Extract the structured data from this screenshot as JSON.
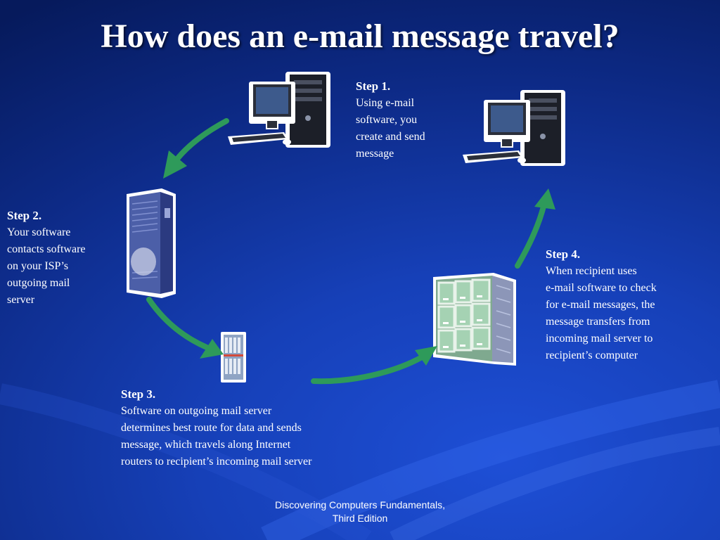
{
  "title": "How does an e-mail message travel?",
  "steps": [
    {
      "heading": "Step 1.",
      "body": "Using e-mail\nsoftware, you\ncreate and send\nmessage"
    },
    {
      "heading": "Step 2.",
      "body": "Your software\ncontacts software\non your ISP’s\noutgoing mail\nserver"
    },
    {
      "heading": "Step 3.",
      "body": "Software on outgoing mail server\ndetermines best route for data and sends\nmessage, which travels along Internet\nrouters to recipient’s incoming mail server"
    },
    {
      "heading": "Step 4.",
      "body": "When recipient uses\ne-mail software to check\nfor e-mail messages, the\nmessage transfers from\nincoming mail server to\nrecipient’s computer"
    }
  ],
  "footer": "Discovering Computers Fundamentals,\nThird Edition",
  "icons": [
    "sender-computer-icon",
    "recipient-computer-icon",
    "outgoing-mail-server-icon",
    "internet-router-icon",
    "incoming-mail-server-icon",
    "flow-arrow-icon"
  ],
  "colors": {
    "background": "#1640b8",
    "arrow": "#2e9a5a",
    "text": "#ffffff"
  }
}
